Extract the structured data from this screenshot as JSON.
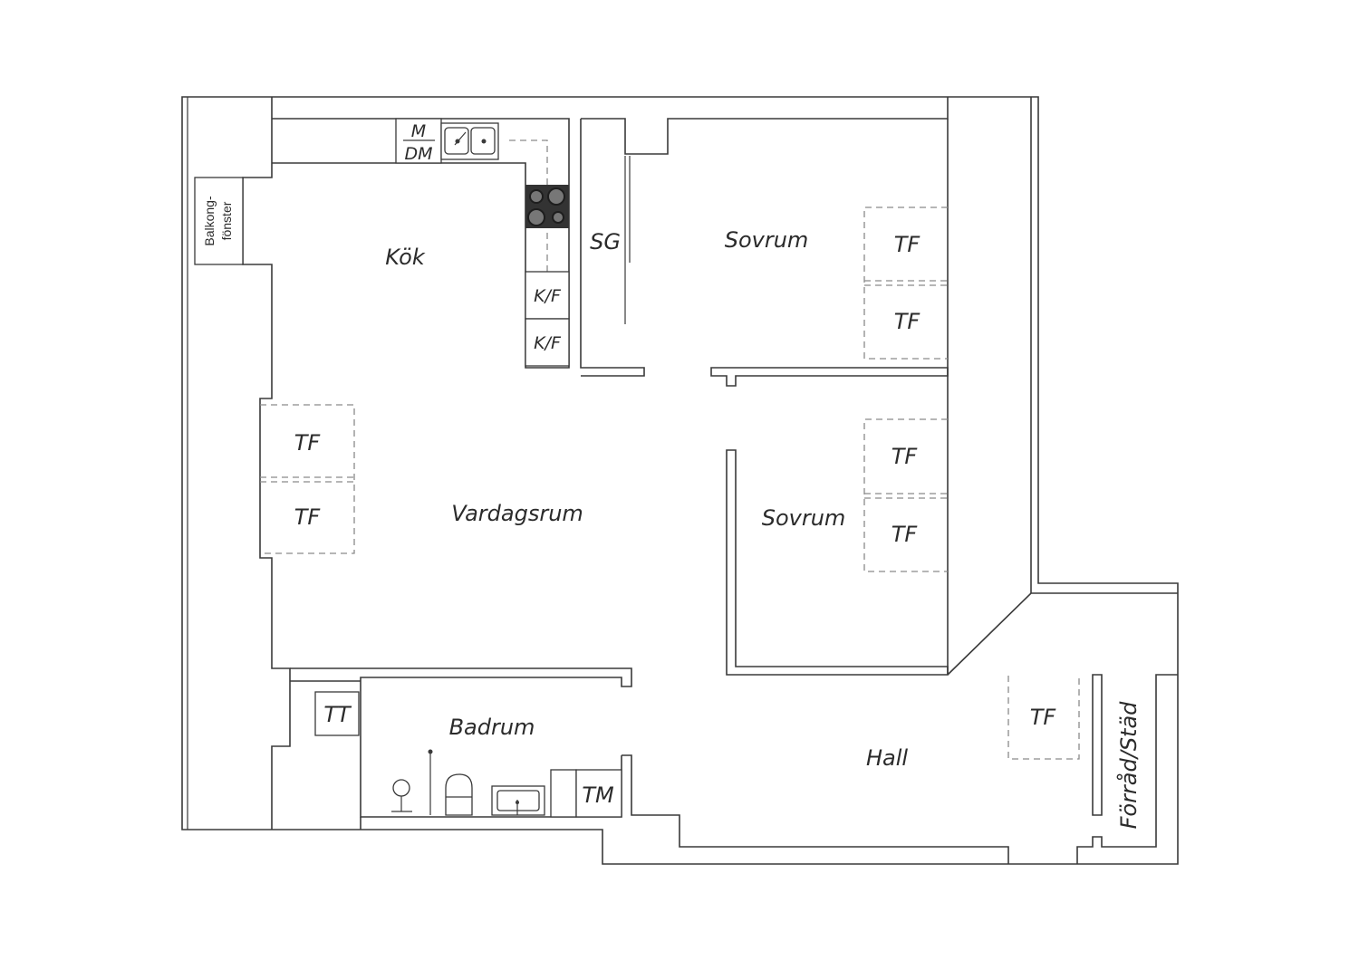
{
  "rooms": {
    "kok": "Kök",
    "vardagsrum": "Vardagsrum",
    "sovrum_1": "Sovrum",
    "sovrum_2": "Sovrum",
    "badrum": "Badrum",
    "hall": "Hall",
    "forrad": "Förråd/Städ"
  },
  "fixtures": {
    "m": "M",
    "dm": "DM",
    "kf_1": "K/F",
    "kf_2": "K/F",
    "sg": "SG",
    "tf": "TF",
    "tt": "TT",
    "tm": "TM"
  },
  "window": {
    "line_1": "Balkong-",
    "line_2": "fönster"
  }
}
